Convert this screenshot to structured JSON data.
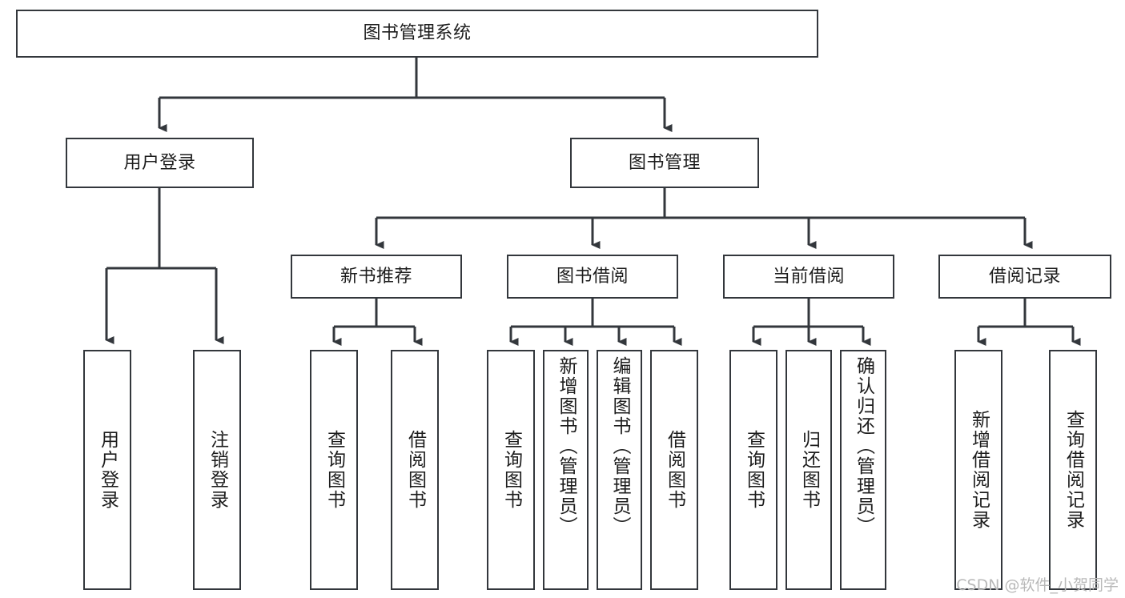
{
  "diagram": {
    "title": "图书管理系统",
    "type": "tree",
    "watermark": "CSDN @软件_小贺同学",
    "edge_color": "#33373c",
    "box_border_color": "#33373c",
    "box_fill_color": "#ffffff",
    "background_color": "#ffffff",
    "root": {
      "id": "root",
      "label": "图书管理系统",
      "orientation": "horizontal"
    },
    "level2": [
      {
        "id": "user-login",
        "label": "用户登录",
        "orientation": "horizontal"
      },
      {
        "id": "book-manage",
        "label": "图书管理",
        "orientation": "horizontal"
      }
    ],
    "level3": [
      {
        "id": "new-book-rec",
        "label": "新书推荐",
        "orientation": "horizontal",
        "parent": "book-manage"
      },
      {
        "id": "book-borrow",
        "label": "图书借阅",
        "orientation": "horizontal",
        "parent": "book-manage"
      },
      {
        "id": "current-borrow",
        "label": "当前借阅",
        "orientation": "horizontal",
        "parent": "book-manage"
      },
      {
        "id": "borrow-record",
        "label": "借阅记录",
        "orientation": "horizontal",
        "parent": "book-manage"
      }
    ],
    "leaves": [
      {
        "id": "leaf-user-login",
        "label": "用户登录",
        "parent": "user-login",
        "orientation": "vertical"
      },
      {
        "id": "leaf-user-logout",
        "label": "注销登录",
        "parent": "user-login",
        "orientation": "vertical"
      },
      {
        "id": "leaf-query-book-1",
        "label": "查询图书",
        "parent": "new-book-rec",
        "orientation": "vertical"
      },
      {
        "id": "leaf-borrow-book-1",
        "label": "借阅图书",
        "parent": "new-book-rec",
        "orientation": "vertical"
      },
      {
        "id": "leaf-query-book-2",
        "label": "查询图书",
        "parent": "book-borrow",
        "orientation": "vertical"
      },
      {
        "id": "leaf-add-book",
        "label": "新增图书（管理员）",
        "parent": "book-borrow",
        "orientation": "vertical"
      },
      {
        "id": "leaf-edit-book",
        "label": "编辑图书（管理员）",
        "parent": "book-borrow",
        "orientation": "vertical"
      },
      {
        "id": "leaf-borrow-book-2",
        "label": "借阅图书",
        "parent": "book-borrow",
        "orientation": "vertical"
      },
      {
        "id": "leaf-query-book-3",
        "label": "查询图书",
        "parent": "current-borrow",
        "orientation": "vertical"
      },
      {
        "id": "leaf-return-book",
        "label": "归还图书",
        "parent": "current-borrow",
        "orientation": "vertical"
      },
      {
        "id": "leaf-confirm-return",
        "label": "确认归还（管理员）",
        "parent": "current-borrow",
        "orientation": "vertical"
      },
      {
        "id": "leaf-add-record",
        "label": "新增借阅记录",
        "parent": "borrow-record",
        "orientation": "vertical"
      },
      {
        "id": "leaf-query-record",
        "label": "查询借阅记录",
        "parent": "borrow-record",
        "orientation": "vertical"
      }
    ]
  }
}
